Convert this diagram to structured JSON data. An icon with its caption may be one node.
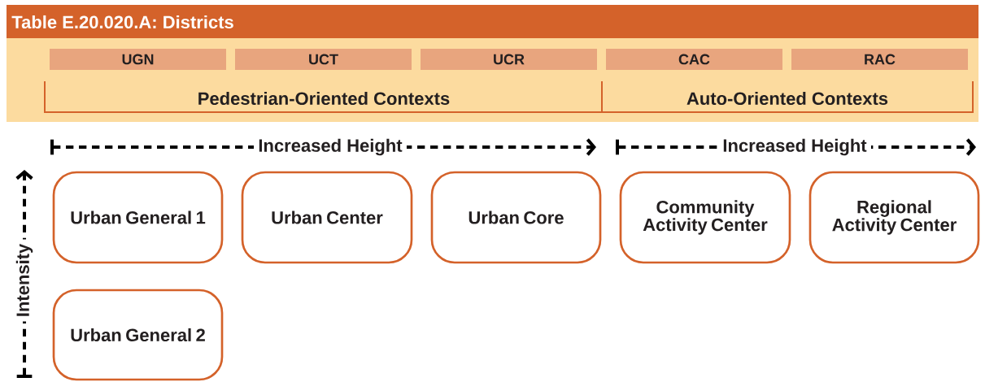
{
  "diagram": {
    "title": "Table E.20.020.A: Districts",
    "nodes": [
      {
        "text": [
          "UGN"
        ]
      },
      {
        "text": [
          "UCT"
        ]
      },
      {
        "text": [
          "UCR"
        ]
      },
      {
        "text": [
          "CAC"
        ]
      },
      {
        "text": [
          "RAC"
        ]
      },
      {
        "text": [
          "Urban General 1"
        ]
      },
      {
        "text": [
          "Urban Center"
        ]
      },
      {
        "text": [
          "Urban Core"
        ]
      },
      {
        "text": [
          "Community Activity Center"
        ]
      },
      {
        "text": [
          "Regional Activity Center"
        ]
      },
      {
        "text": [
          "Urban General 2"
        ]
      }
    ],
    "labels": [
      "Pedestrian-Oriented Contexts",
      "Auto-Oriented Contexts",
      "Increased Height",
      "Increased Height",
      "Intensity"
    ]
  }
}
